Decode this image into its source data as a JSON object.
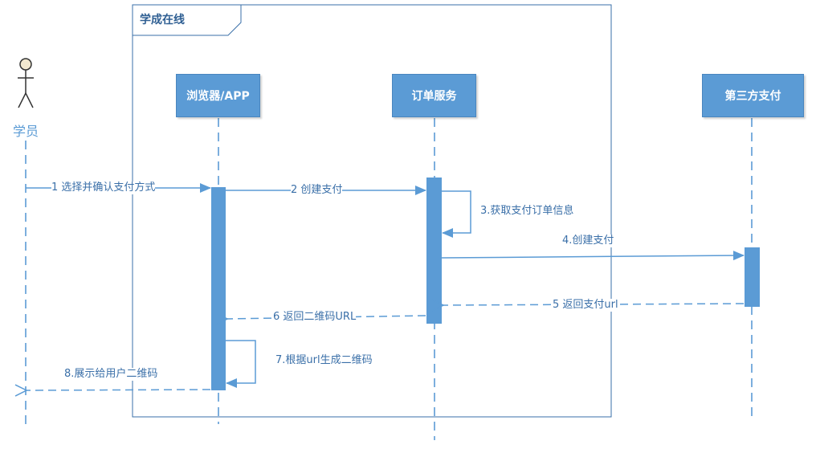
{
  "frame": {
    "title": "学成在线"
  },
  "actor": {
    "label": "学员"
  },
  "participants": {
    "browser": "浏览器/APP",
    "order": "订单服务",
    "pay": "第三方支付"
  },
  "messages": {
    "m1": "1 选择并确认支付方式",
    "m2": "2 创建支付",
    "m3": "3.获取支付订单信息",
    "m4": "4.创建支付",
    "m5": "5 返回支付url",
    "m6": "6 返回二维码URL",
    "m7": "7.根据url生成二维码",
    "m8": "8.展示给用户二维码"
  },
  "colors": {
    "line": "#5b9bd5",
    "head": "#5b9bd5",
    "frame": "#3a6fa8"
  }
}
